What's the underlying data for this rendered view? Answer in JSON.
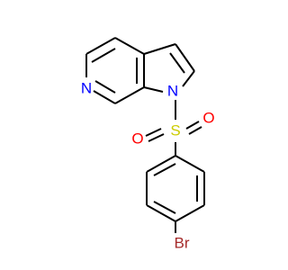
{
  "molecule": {
    "atoms": {
      "n_pyridine": {
        "label": "N",
        "color": "#0000FF"
      },
      "n_pyrrole": {
        "label": "N",
        "color": "#0000FF"
      },
      "sulfur": {
        "label": "S",
        "color": "#CCCC00"
      },
      "oxygen_1": {
        "label": "O",
        "color": "#FF0000"
      },
      "oxygen_2": {
        "label": "O",
        "color": "#FF0000"
      },
      "bromine": {
        "label": "Br",
        "color": "#A52A2A"
      }
    }
  }
}
